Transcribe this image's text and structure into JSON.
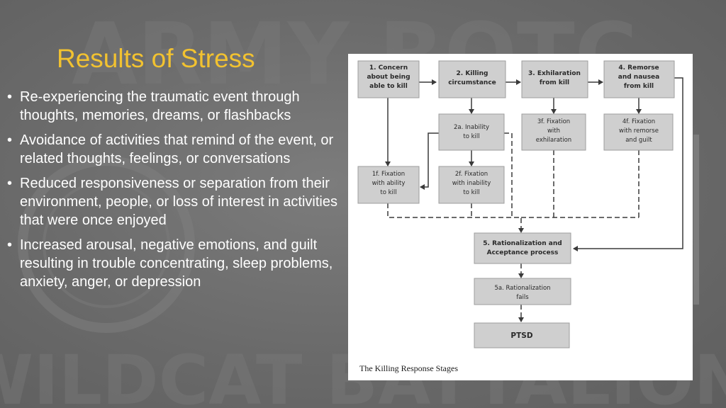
{
  "slide": {
    "title": "Results of Stress",
    "bullets": [
      "Re-experiencing the traumatic event through thoughts, memories, dreams, or flashbacks",
      "Avoidance of activities that remind of the event, or related thoughts, feelings, or conversations",
      "Reduced responsiveness or separation from their environment, people, or loss of interest in activities that were once enjoyed",
      "Increased arousal, negative emotions, and guilt resulting in trouble concentrating, sleep problems, anxiety, anger, or depression"
    ],
    "bullet_symbol": "•",
    "background_watermark": [
      "ARMY ROTC",
      "WILDCAT BATTALION"
    ],
    "colors": {
      "title": "#f2c230",
      "text": "#ffffff",
      "background": "#6e6e6e",
      "box": "#cfcfcf"
    }
  },
  "diagram": {
    "caption": "The Killing Response Stages",
    "boxes": {
      "b1": [
        "1. Concern",
        "about being",
        "able to kill"
      ],
      "b2": [
        "2. Killing",
        "circumstance"
      ],
      "b3": [
        "3. Exhilaration",
        "from kill"
      ],
      "b4": [
        "4. Remorse",
        "and nausea",
        "from kill"
      ],
      "b2a": [
        "2a. Inability",
        "to kill"
      ],
      "b3f": [
        "3f. Fixation",
        "with",
        "exhilaration"
      ],
      "b4f": [
        "4f. Fixation",
        "with remorse",
        "and guilt"
      ],
      "b1f": [
        "1f. Fixation",
        "with ability",
        "to kill"
      ],
      "b2f": [
        "2f. Fixation",
        "with inability",
        "to kill"
      ],
      "b5": [
        "5. Rationalization and",
        "Acceptance process"
      ],
      "b5a": [
        "5a. Rationalization",
        "fails"
      ],
      "bptsd": [
        "PTSD"
      ]
    }
  }
}
